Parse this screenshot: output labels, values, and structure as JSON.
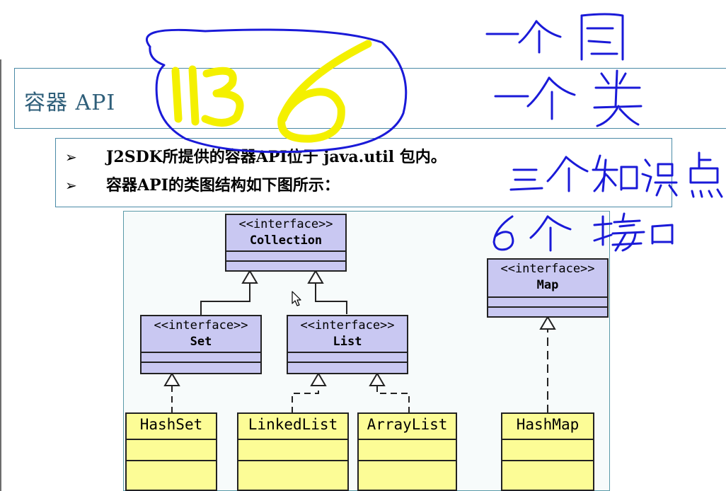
{
  "slide": {
    "title": "容器 API",
    "bullets": [
      {
        "arrow": "➢",
        "text": "J2SDK所提供的容器API位于 java.util 包内。"
      },
      {
        "arrow": "➢",
        "text": "容器API的类图结构如下图所示："
      }
    ]
  },
  "diagram": {
    "interfaces": [
      {
        "stereotype": "<<interface>>",
        "name": "Collection"
      },
      {
        "stereotype": "<<interface>>",
        "name": "Set"
      },
      {
        "stereotype": "<<interface>>",
        "name": "List"
      },
      {
        "stereotype": "<<interface>>",
        "name": "Map"
      }
    ],
    "classes": [
      {
        "name": "HashSet"
      },
      {
        "name": "LinkedList"
      },
      {
        "name": "ArrayList"
      },
      {
        "name": "HashMap"
      }
    ],
    "colors": {
      "interface_fill": "#c9c8f2",
      "class_fill": "#fcfc96",
      "border": "#222222"
    }
  },
  "annotations": {
    "handwriting": [
      "1136",
      "一个图",
      "一个类",
      "三个知识点",
      "6个接口"
    ],
    "ink_colors": {
      "blue": "#1a1ad8",
      "yellow": "#f4f000"
    }
  },
  "icons": {
    "cursor": "mouse-pointer-icon",
    "bullet": "arrowhead-bullet-icon"
  }
}
